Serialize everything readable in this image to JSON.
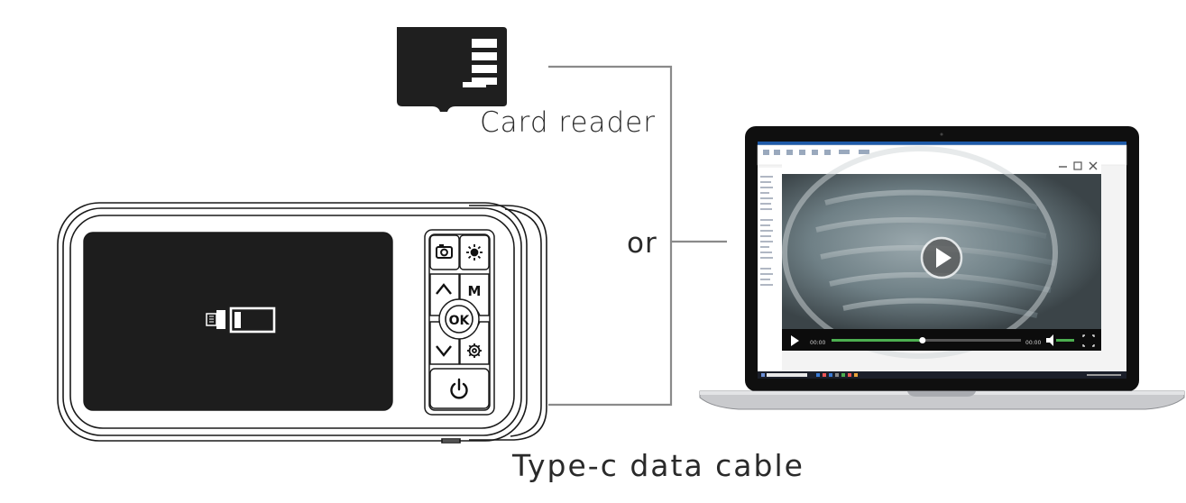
{
  "labels": {
    "card_reader": "Card reader",
    "or": "or",
    "cable": "Type-c data cable"
  },
  "device": {
    "buttons": [
      "camera-icon",
      "brightness-icon",
      "up-arrow-icon",
      "menu-m-button",
      "ok-button",
      "down-arrow-icon",
      "gear-icon",
      "power-icon"
    ],
    "m_label": "M",
    "ok_label": "OK",
    "screen_icon": "sd-card-usb-icon"
  },
  "laptop": {
    "player_time_left": "00:00",
    "player_time_right": "00:00",
    "progress": 0.48,
    "icons": [
      "play-icon",
      "volume-icon",
      "fullscreen-icon",
      "close-icon",
      "maximize-icon",
      "minimize-icon"
    ]
  },
  "colors": {
    "line": "#7a7a7a",
    "device_outline": "#1a1a1a",
    "screen": "#1d1d1d",
    "sd_card": "#202020",
    "progress_green": "#4caf50",
    "text": "#2a2a2a"
  }
}
